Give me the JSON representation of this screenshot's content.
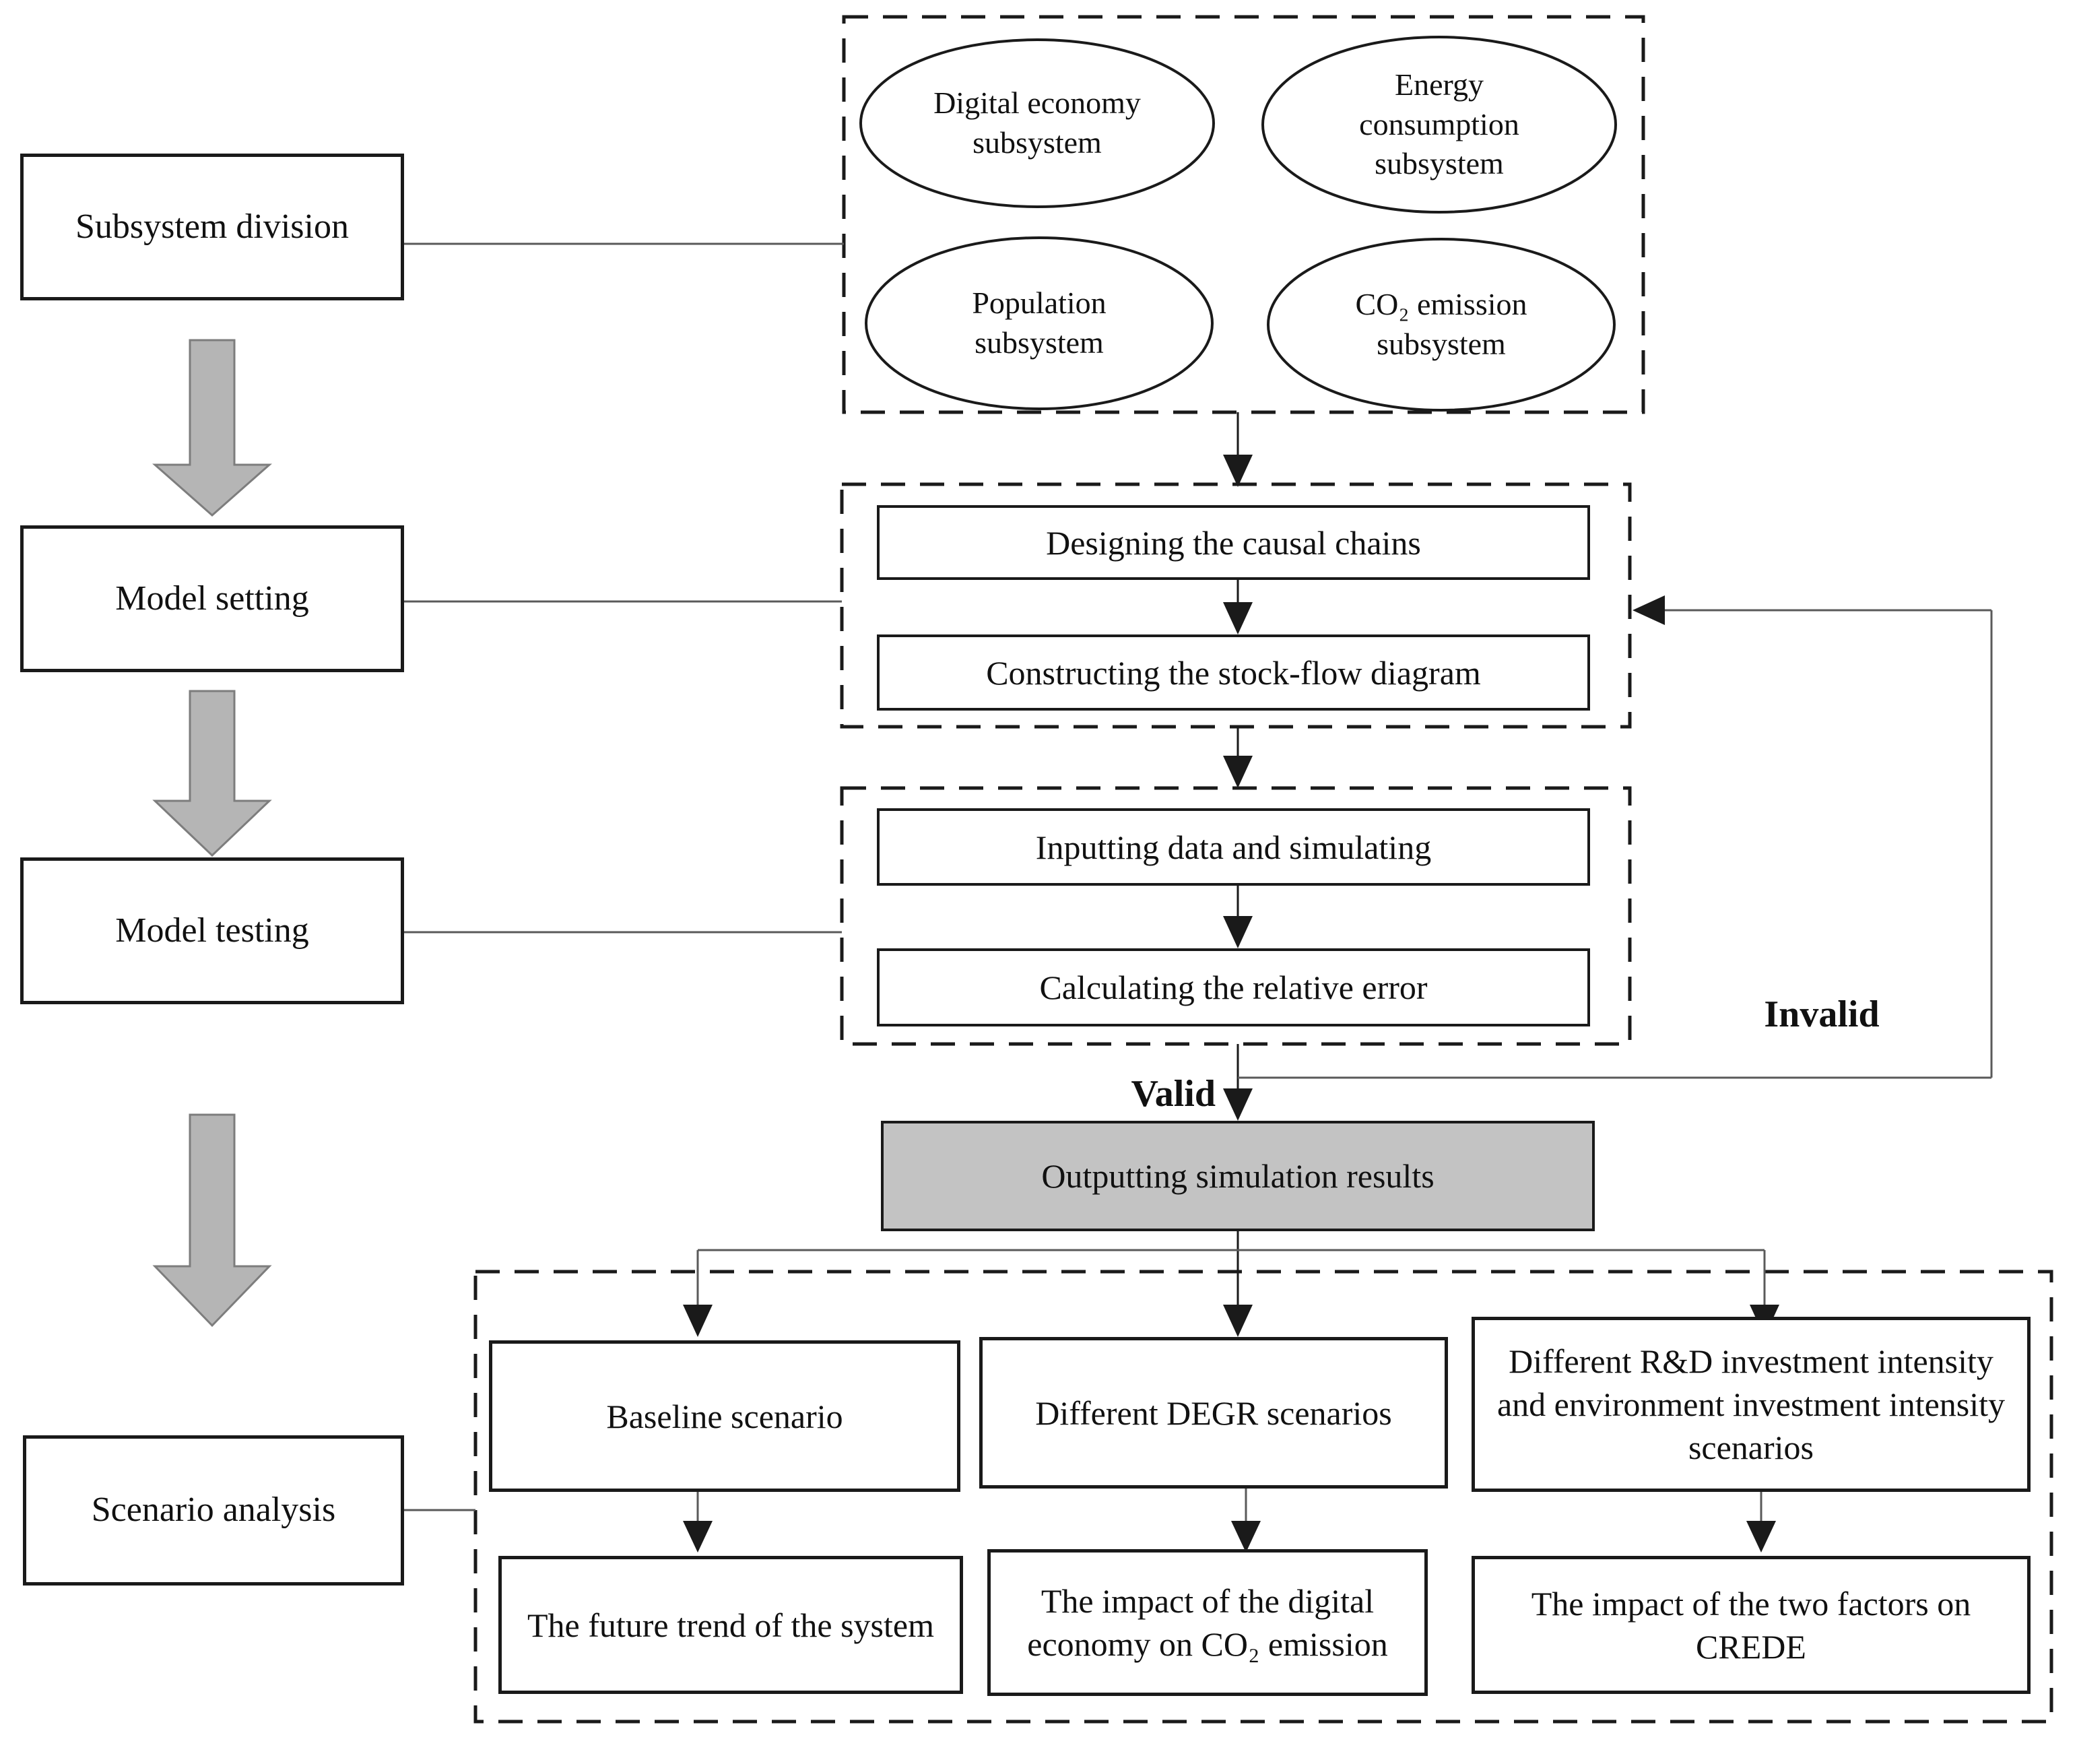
{
  "diagram": {
    "stages": [
      {
        "label": "Subsystem division"
      },
      {
        "label": "Model setting"
      },
      {
        "label": "Model testing"
      },
      {
        "label": "Scenario analysis"
      }
    ],
    "subsystems": {
      "items": [
        "Digital economy subsystem",
        "Energy consumption subsystem",
        "Population subsystem",
        "CO₂ emission subsystem"
      ]
    },
    "model_setting_steps": [
      "Designing the causal chains",
      "Constructing the stock-flow diagram"
    ],
    "model_testing_steps": [
      "Inputting data and simulating",
      "Calculating the relative error"
    ],
    "labels": {
      "valid": "Valid",
      "invalid": "Invalid"
    },
    "output_box": "Outputting simulation results",
    "scenarios": [
      {
        "name": "Baseline scenario",
        "result": "The future trend of the system"
      },
      {
        "name": "Different DEGR scenarios",
        "result": "The impact of the digital economy on CO₂ emission"
      },
      {
        "name": "Different R&D investment intensity and environment investment intensity scenarios",
        "result": "The impact of the two factors on CREDE"
      }
    ],
    "colors": {
      "line": "#1a1a1a",
      "thin_line": "#5a5a5a",
      "block_arrow_fill": "#b5b5b5",
      "block_arrow_stroke": "#7d7d7d",
      "output_fill": "#c3c3c3",
      "background": "#ffffff"
    }
  }
}
